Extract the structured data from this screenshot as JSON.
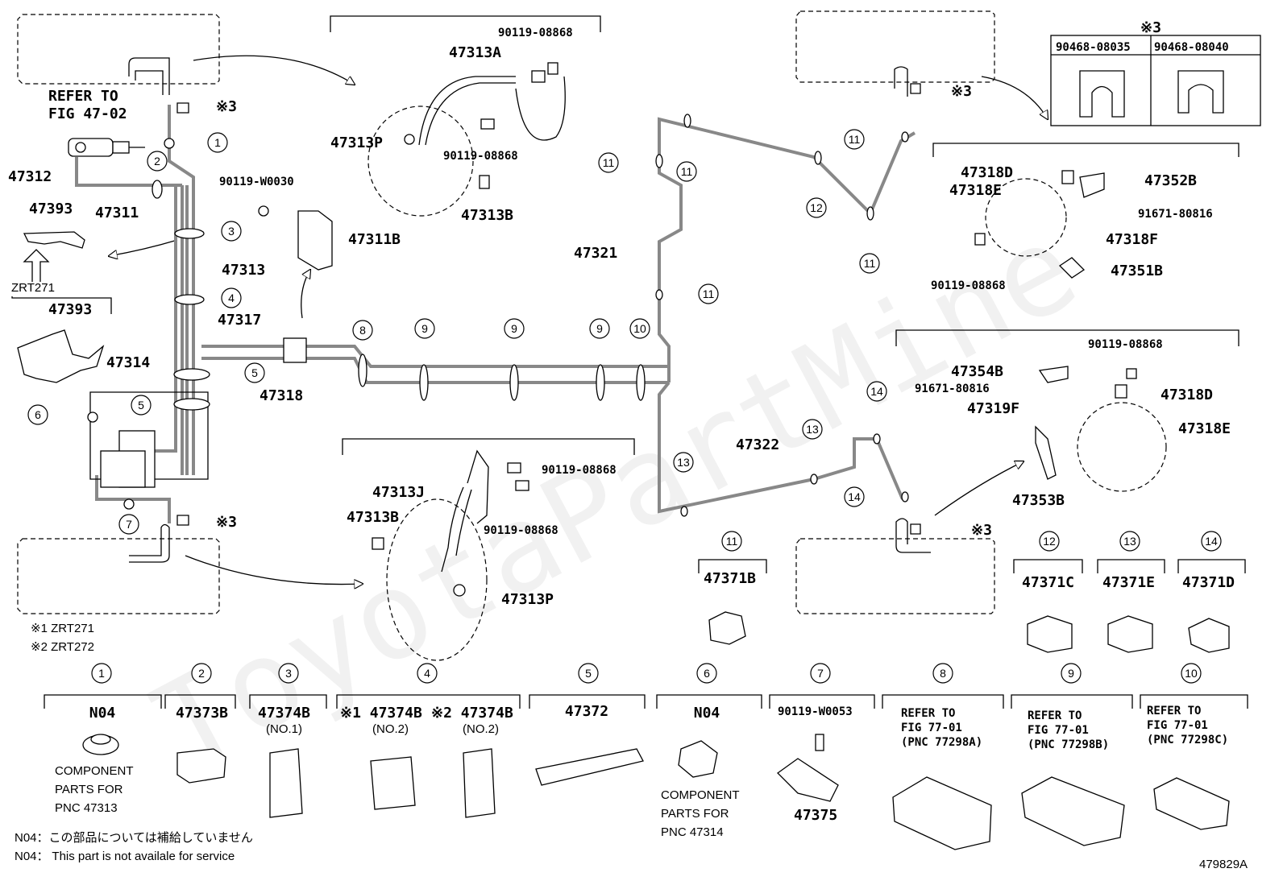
{
  "diagram_id": "479829A",
  "watermark": "ToyotaPartMine",
  "refer_fig_47_02": [
    "REFER TO",
    "FIG 47-02"
  ],
  "note_x3": "※3",
  "callouts": {
    "c1": "1",
    "c2": "2",
    "c3": "3",
    "c4": "4",
    "c5": "5",
    "c6": "6",
    "c7": "7",
    "c8": "8",
    "c9": "9",
    "c10": "10",
    "c11": "11",
    "c12": "12",
    "c13": "13",
    "c14": "14"
  },
  "main_labels": {
    "p47312": "47312",
    "p47311": "47311",
    "p47393a": "47393",
    "zrt271": "ZRT271",
    "p47393b": "47393",
    "p47313": "47313",
    "p47317": "47317",
    "p47314": "47314",
    "p47318": "47318",
    "p47311b": "47311B",
    "p90119w0030": "90119-W0030",
    "p47321": "47321",
    "p47322": "47322"
  },
  "top_detail": {
    "p90119_08868_a": "90119-08868",
    "p47313a": "47313A",
    "p47313p": "47313P",
    "p90119_08868_b": "90119-08868",
    "p47313b": "47313B"
  },
  "mid_detail": {
    "p90119_08868_c": "90119-08868",
    "p47313j": "47313J",
    "p47313b": "47313B",
    "p90119_08868_d": "90119-08868",
    "p47313p": "47313P"
  },
  "clip_table": {
    "a": "90468-08035",
    "b": "90468-08040",
    "mark": "※3"
  },
  "right_top_detail": {
    "p47318d": "47318D",
    "p47318e": "47318E",
    "p47352b": "47352B",
    "p91671": "91671-80816",
    "p47318f": "47318F",
    "p47351b": "47351B",
    "p90119": "90119-08868"
  },
  "right_mid_detail": {
    "p90119": "90119-08868",
    "p47354b": "47354B",
    "p91671": "91671-80816",
    "p47318d": "47318D",
    "p47319f": "47319F",
    "p47318e": "47318E",
    "p47353b": "47353B"
  },
  "clamps_right": {
    "c11": "47371B",
    "c12": "47371C",
    "c13": "47371E",
    "c14": "47371D"
  },
  "notes_x": {
    "x1": "※1 ZRT271",
    "x2": "※2 ZRT272"
  },
  "bottom_items": {
    "i1": {
      "pn": "N04",
      "desc": [
        "COMPONENT",
        "PARTS FOR",
        "PNC 47313"
      ]
    },
    "i2": {
      "pn": "47373B"
    },
    "i3": {
      "pn": "47374B",
      "sub": "(NO.1)"
    },
    "i4a": {
      "pn": "※1 47374B",
      "sub": "(NO.2)"
    },
    "i4b": {
      "pn": "※2 47374B",
      "sub": "(NO.2)"
    },
    "i5": {
      "pn": "47372"
    },
    "i6": {
      "pn": "N04",
      "desc": [
        "COMPONENT",
        "PARTS FOR",
        "PNC 47314"
      ]
    },
    "i7": {
      "pn": "90119-W0053",
      "pn2": "47375"
    },
    "i8": {
      "ref": [
        "REFER TO",
        "FIG 77-01",
        "(PNC 77298A)"
      ]
    },
    "i9": {
      "ref": [
        "REFER TO",
        "FIG 77-01",
        "(PNC 77298B)"
      ]
    },
    "i10": {
      "ref": [
        "REFER TO",
        "FIG 77-01",
        "(PNC 77298C)"
      ]
    }
  },
  "footnotes": {
    "jp": "N04：この部品については補給していません",
    "en": "N04： This part is not availale for service"
  }
}
